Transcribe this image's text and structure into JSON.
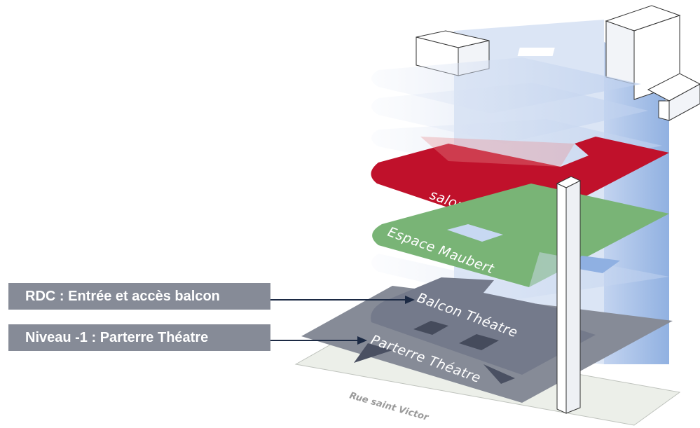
{
  "callouts": {
    "rdc": "RDC : Entrée et accès balcon",
    "niveau_moins_1": "Niveau -1 : Parterre Théatre"
  },
  "floors": {
    "salon": "salon",
    "espace_maubert": "Espace Maubert",
    "balcon_theatre": "Balcon Théatre",
    "parterre_theatre": "Parterre Théatre"
  },
  "street": "Rue saint Victor",
  "colors": {
    "salon": "#c0112b",
    "espace_maubert": "#79b476",
    "balcon_theatre": "#747a8b",
    "parterre_theatre": "#868b97",
    "upper_floors": "#c5d5ee",
    "arrow": "#1c2a44"
  }
}
